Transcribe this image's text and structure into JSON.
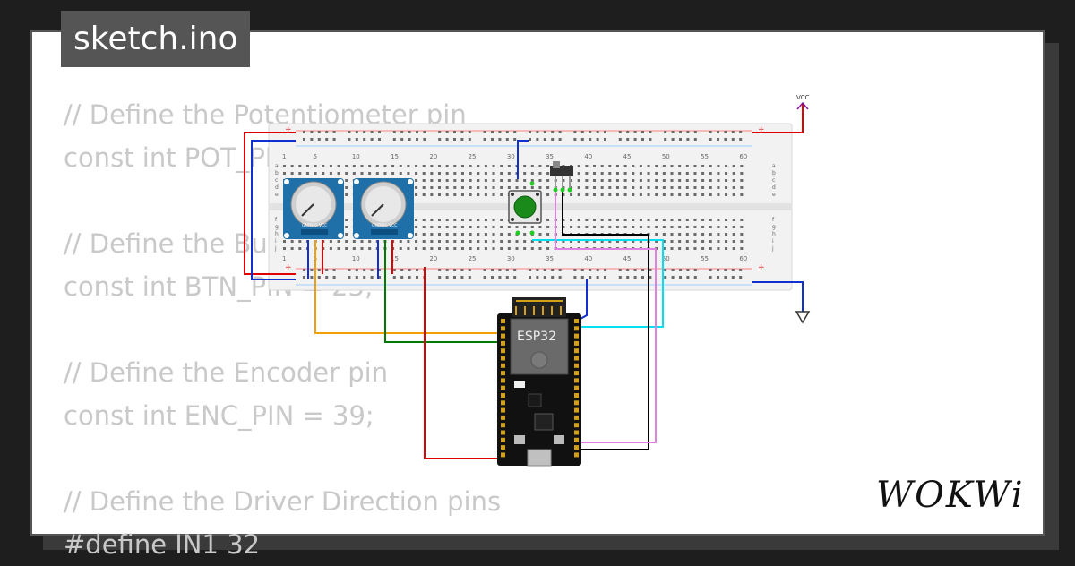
{
  "header": {
    "file_name": "sketch.ino"
  },
  "code_lines": [
    "// Define the Potentiometer pin",
    "const int POT_PIN = 34;",
    "",
    "// Define the Button pin",
    "const int BTN_PIN = 23;",
    "",
    "// Define the Encoder pin",
    "const int ENC_PIN = 39;",
    "",
    "// Define the Driver Direction pins",
    "#define IN1 32"
  ],
  "circuit": {
    "vcc_label": "VCC",
    "mcu_label": "ESP32",
    "breadboard_numbers": [
      "1",
      "5",
      "10",
      "15",
      "20",
      "25",
      "30",
      "35",
      "40",
      "45",
      "50",
      "55",
      "60"
    ],
    "row_letters_top": [
      "a",
      "b",
      "c",
      "d",
      "e"
    ],
    "row_letters_bottom": [
      "f",
      "g",
      "h",
      "i",
      "j"
    ],
    "pot_pin_labels": [
      "GND",
      "SIG",
      "VCC"
    ],
    "rail_plus": "+",
    "rail_minus": "−"
  },
  "brand": {
    "logo_text": "WOKWi"
  },
  "colors": {
    "background": "#1e1e1e",
    "card": "#ffffff",
    "tag": "#555555",
    "code_text": "#c9c9c9",
    "pot_blue": "#1f6fa8",
    "mcu_black": "#111111",
    "button_green": "#1a8a1a",
    "wire_red": "#e00000",
    "wire_blue": "#1030d0",
    "wire_orange": "#f0a000",
    "wire_green": "#007a00",
    "wire_cyan": "#00e0f0",
    "wire_pink": "#e080e0",
    "wire_black": "#000000"
  }
}
